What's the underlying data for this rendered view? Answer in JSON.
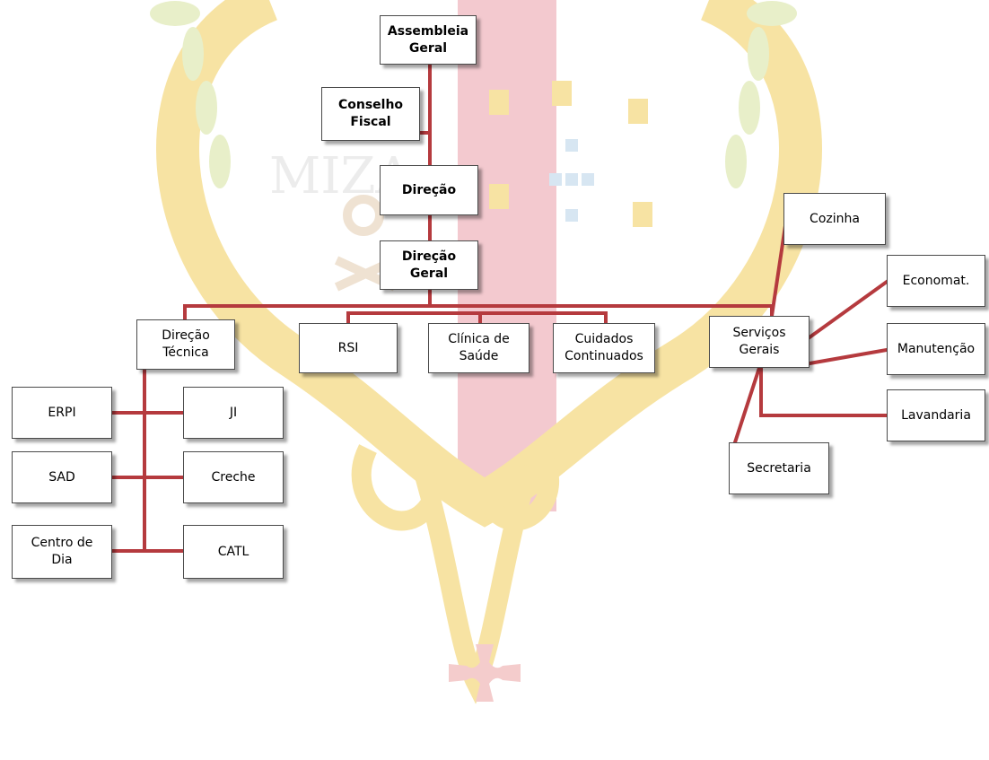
{
  "colors": {
    "connector": "#b53a3e",
    "watermark_shield": "#f7e3a3",
    "watermark_center": "#f3c9cf",
    "watermark_leaf": "#e8efc9"
  },
  "watermark": {
    "text": "MIZA"
  },
  "nodes": {
    "assembleia_geral": "Assembleia\nGeral",
    "conselho_fiscal": "Conselho\nFiscal",
    "direcao": "Direção",
    "direcao_geral": "Direção\nGeral",
    "direcao_tecnica": "Direção\nTécnica",
    "rsi": "RSI",
    "clinica_saude": "Clínica de\nSaúde",
    "cuidados_continuados": "Cuidados\nContinuados",
    "servicos_gerais": "Serviços\nGerais",
    "cozinha": "Cozinha",
    "economat": "Economat.",
    "manutencao": "Manutenção",
    "lavandaria": "Lavandaria",
    "secretaria": "Secretaria",
    "erpi": "ERPI",
    "ji": "JI",
    "sad": "SAD",
    "creche": "Creche",
    "centro_dia": "Centro de\nDia",
    "catl": "CATL"
  }
}
